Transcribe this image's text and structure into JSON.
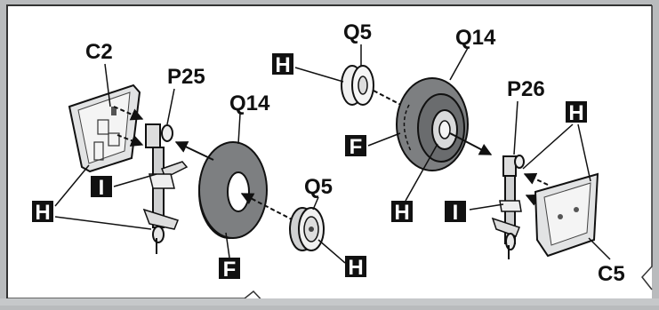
{
  "parts": {
    "c2": "C2",
    "p25": "P25",
    "q14_left": "Q14",
    "q5_left": "Q5",
    "q5_top": "Q5",
    "q14_right": "Q14",
    "p26": "P26",
    "c5": "C5"
  },
  "color_codes": {
    "h_top": "H",
    "h_left": "H",
    "i_left": "I",
    "f_left": "F",
    "h_bottom_mid": "H",
    "f_right": "F",
    "h_right_low": "H",
    "i_right": "I",
    "h_right_top": "H"
  },
  "colors": {
    "background": "#b9bbbd",
    "panel": "#ffffff",
    "ink": "#111111",
    "tire": "#7d7f81",
    "tire_shadow": "#5e6062"
  }
}
